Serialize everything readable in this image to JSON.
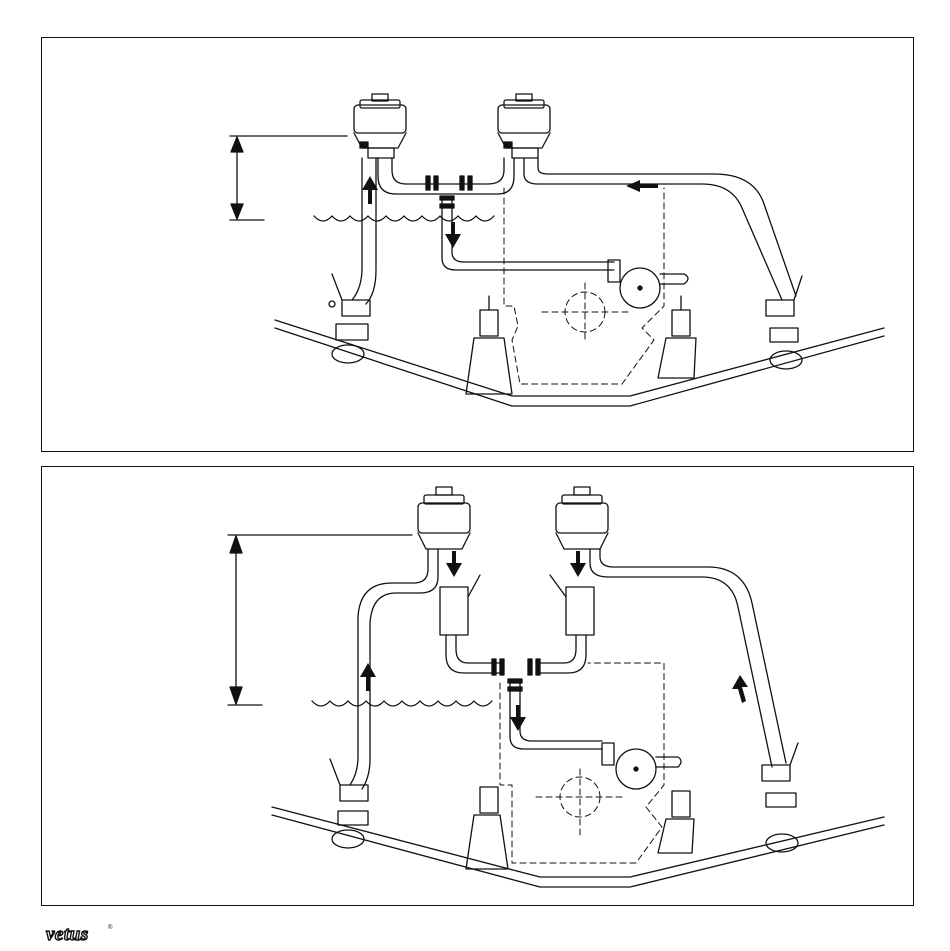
{
  "figure": {
    "panels": [
      {
        "id": "top",
        "description_free": true,
        "flow_arrows": [
          "up-left-riser",
          "left-return",
          "down-to-pump"
        ]
      },
      {
        "id": "bottom",
        "description_free": true,
        "flow_arrows": [
          "up-left-riser",
          "up-right-riser",
          "down-left",
          "down-right",
          "down-to-pump"
        ]
      }
    ]
  },
  "brand": {
    "logo_text": "vetus",
    "registered_mark": "®"
  },
  "colors": {
    "line": "#111111",
    "background": "#ffffff"
  },
  "icons": [
    "water-surface-icon",
    "flow-arrow-icon",
    "ball-valve-icon",
    "through-hull-icon",
    "exhaust-pump-icon",
    "vented-loop-icon"
  ]
}
